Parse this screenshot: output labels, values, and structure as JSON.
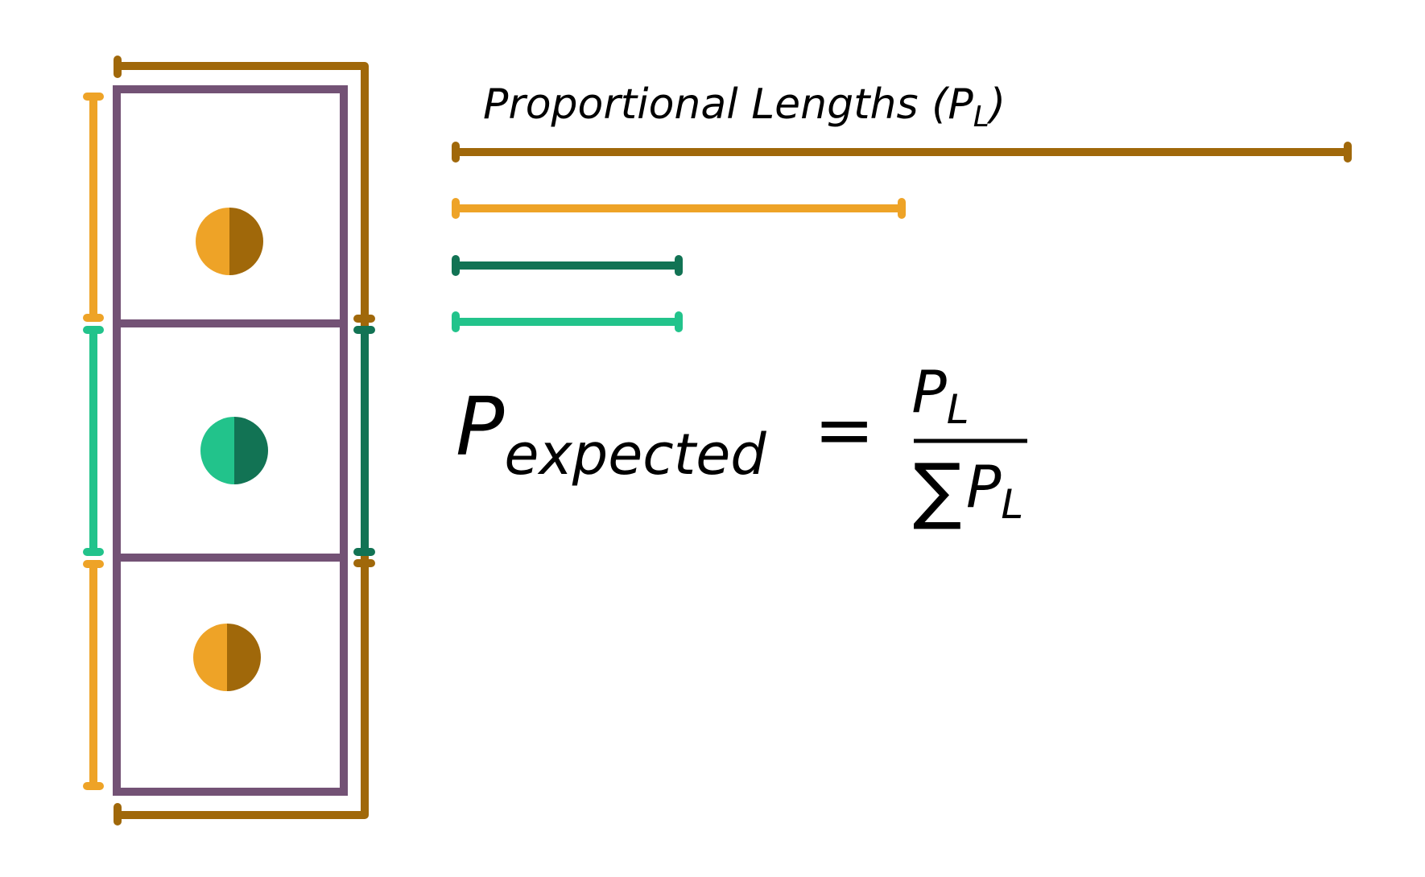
{
  "title": {
    "text": "Proportional Lengths (",
    "symbol": "P",
    "subscript": "L",
    "close": ")"
  },
  "equation": {
    "lhs_symbol": "P",
    "lhs_subscript": "expected",
    "equals": "=",
    "numerator_symbol": "P",
    "numerator_subscript": "L",
    "sum_symbol": "∑",
    "denominator_symbol": "P",
    "denominator_subscript": "L"
  },
  "colors": {
    "box_outline": "#735275",
    "dark_orange": "#a0680a",
    "light_orange": "#eea327",
    "dark_green": "#127354",
    "light_green": "#22c38b",
    "text": "#000000"
  },
  "cells": [
    {
      "name": "top",
      "circle_left": "light_orange",
      "circle_right": "dark_orange"
    },
    {
      "name": "middle",
      "circle_left": "light_green",
      "circle_right": "dark_green"
    },
    {
      "name": "bottom",
      "circle_left": "light_orange",
      "circle_right": "dark_orange"
    }
  ],
  "proportional_bars": [
    {
      "color": "dark_orange",
      "relative_length": 1.0
    },
    {
      "color": "light_orange",
      "relative_length": 0.5
    },
    {
      "color": "dark_green",
      "relative_length": 0.25
    },
    {
      "color": "light_green",
      "relative_length": 0.25
    }
  ]
}
